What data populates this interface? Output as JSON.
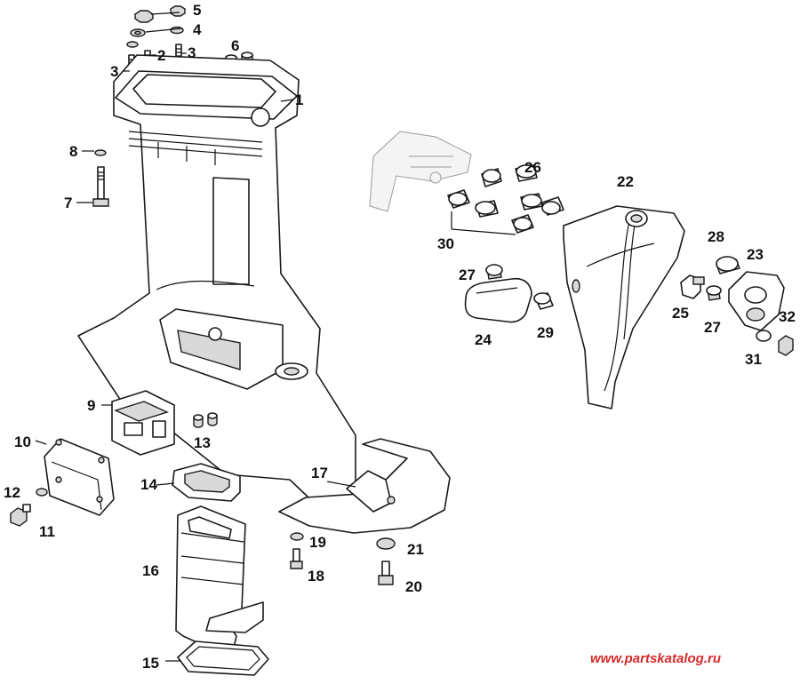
{
  "diagram": {
    "callouts": [
      {
        "id": "c5",
        "text": "5"
      },
      {
        "id": "c4",
        "text": "4"
      },
      {
        "id": "c6",
        "text": "6"
      },
      {
        "id": "c2",
        "text": "2"
      },
      {
        "id": "c3a",
        "text": "3"
      },
      {
        "id": "c3b",
        "text": "3"
      },
      {
        "id": "c1",
        "text": "1"
      },
      {
        "id": "c8",
        "text": "8"
      },
      {
        "id": "c7",
        "text": "7"
      },
      {
        "id": "c26",
        "text": "26"
      },
      {
        "id": "c22",
        "text": "22"
      },
      {
        "id": "c30",
        "text": "30"
      },
      {
        "id": "c28",
        "text": "28"
      },
      {
        "id": "c23",
        "text": "23"
      },
      {
        "id": "c27a",
        "text": "27"
      },
      {
        "id": "c25",
        "text": "25"
      },
      {
        "id": "c27b",
        "text": "27"
      },
      {
        "id": "c32",
        "text": "32"
      },
      {
        "id": "c24",
        "text": "24"
      },
      {
        "id": "c29",
        "text": "29"
      },
      {
        "id": "c31",
        "text": "31"
      },
      {
        "id": "c9",
        "text": "9"
      },
      {
        "id": "c13",
        "text": "13"
      },
      {
        "id": "c10",
        "text": "10"
      },
      {
        "id": "c17",
        "text": "17"
      },
      {
        "id": "c14",
        "text": "14"
      },
      {
        "id": "c12",
        "text": "12"
      },
      {
        "id": "c11",
        "text": "11"
      },
      {
        "id": "c19",
        "text": "19"
      },
      {
        "id": "c21",
        "text": "21"
      },
      {
        "id": "c16",
        "text": "16"
      },
      {
        "id": "c18",
        "text": "18"
      },
      {
        "id": "c20",
        "text": "20"
      },
      {
        "id": "c15",
        "text": "15"
      }
    ],
    "watermark": "www.partskatalog.ru"
  }
}
